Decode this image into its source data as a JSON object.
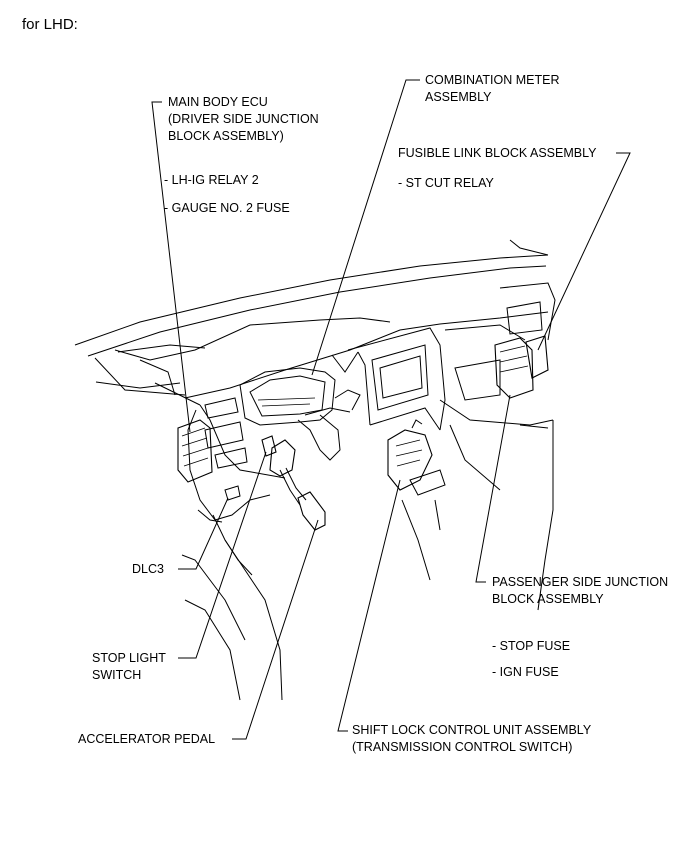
{
  "heading": "for LHD:",
  "labels": {
    "main_body_ecu": "MAIN BODY ECU\n(DRIVER SIDE JUNCTION\nBLOCK ASSEMBLY)",
    "lh_ig_relay": "- LH-IG RELAY 2",
    "gauge_fuse": "- GAUGE NO. 2 FUSE",
    "combination_meter": "COMBINATION METER\nASSEMBLY",
    "fusible_link": "FUSIBLE LINK BLOCK ASSEMBLY",
    "st_cut_relay": "- ST CUT RELAY",
    "dlc3": "DLC3",
    "stop_light_switch": "STOP LIGHT\nSWITCH",
    "accelerator_pedal": "ACCELERATOR PEDAL",
    "passenger_jb": "PASSENGER SIDE JUNCTION\nBLOCK ASSEMBLY",
    "stop_fuse": "- STOP FUSE",
    "ign_fuse": "- IGN FUSE",
    "shift_lock": "SHIFT LOCK CONTROL UNIT ASSEMBLY\n(TRANSMISSION CONTROL SWITCH)"
  }
}
